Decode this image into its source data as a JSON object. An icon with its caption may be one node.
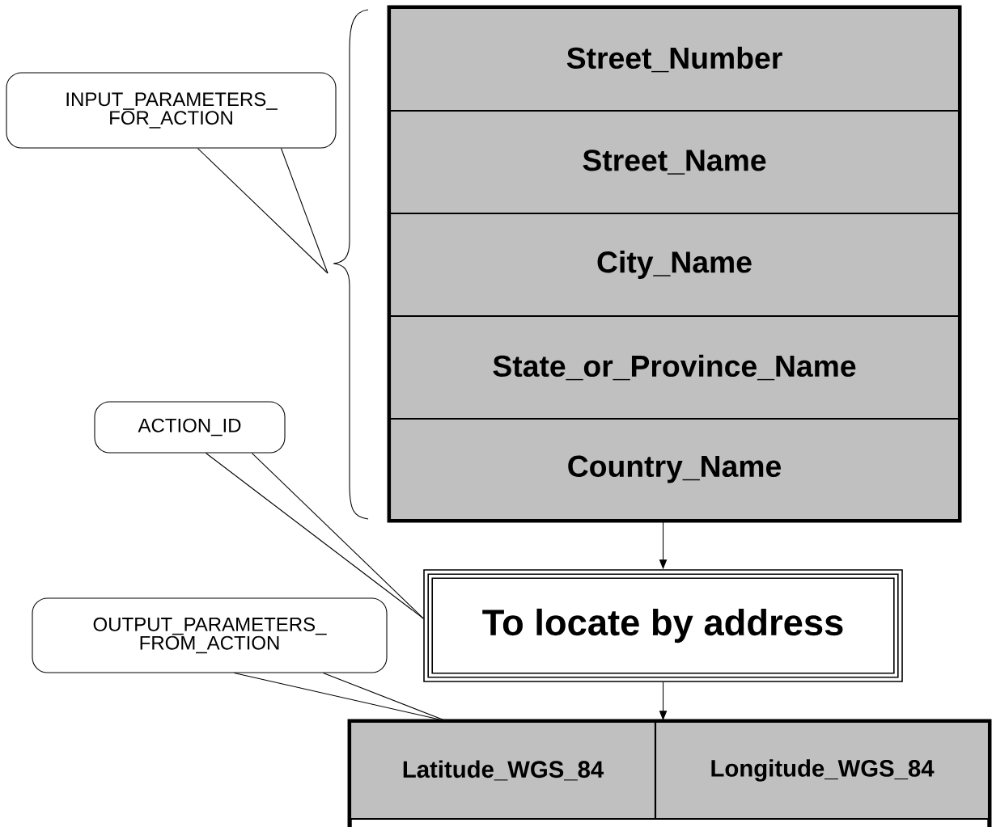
{
  "diagram": {
    "nodes": [
      {
        "text": [],
        "shape": "box"
      },
      {
        "text": [
          "Street_Number"
        ],
        "in": 0
      },
      {
        "text": [
          "Street_Name"
        ],
        "in": 0
      },
      {
        "text": [
          "City_Name"
        ],
        "in": 0
      },
      {
        "text": [
          "State_or_Province_Name"
        ],
        "in": 0
      },
      {
        "text": [
          "Country_Name"
        ],
        "in": 0
      },
      {
        "text": [
          "To locate by address"
        ]
      },
      {
        "text": [],
        "shape": "box"
      },
      {
        "text": [
          "Latitude_WGS_84"
        ],
        "in": 7
      },
      {
        "text": [
          "Longitude_WGS_84"
        ],
        "in": 7
      },
      {
        "text": [
          "INPUT_PARAMETERS_ FOR_ACTION"
        ]
      },
      {
        "text": [
          "ACTION_ID"
        ]
      },
      {
        "text": [
          "OUTPUT_PARAMETERS_ FROM_ACTION"
        ]
      }
    ],
    "edges": [
      {
        "from": 0,
        "to": 6,
        "arrow": "to"
      },
      {
        "from": 6,
        "to": 7,
        "arrow": "to"
      },
      {
        "from": 10,
        "to": null,
        "arrow": "none"
      },
      {
        "from": 11,
        "to": 6,
        "arrow": "none"
      },
      {
        "from": 12,
        "to": 8,
        "arrow": "none"
      }
    ]
  }
}
